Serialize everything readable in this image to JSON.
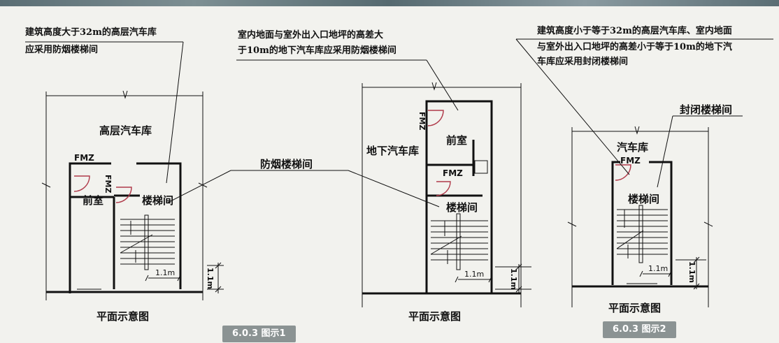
{
  "notes": {
    "fig1_left": [
      "建筑高度大于32m的高层汽车库",
      "应采用防烟楼梯间"
    ],
    "fig1_right": [
      "室内地面与室外出入口地坪的高差大",
      "于10m的地下汽车库应采用防烟楼梯间"
    ],
    "fig2": [
      "建筑高度小于等于32m的高层汽车库、室内地面",
      "与室外出入口地坪的高差小于等于10m的地下汽",
      "车库应采用封闭楼梯间"
    ]
  },
  "labels": {
    "high_garage": "高层汽车库",
    "front_room_1": "前室",
    "stair_1": "楼梯间",
    "door_code": "FMZ",
    "smoke_stair": "防烟楼梯间",
    "underground_garage": "地下汽车库",
    "front_room_2": "前室",
    "stair_2": "楼梯间",
    "garage": "汽车库",
    "stair_3": "楼梯间",
    "enclosed_stair": "封闭楼梯间",
    "dim_1": "1.1m",
    "plan_caption": "平面示意图"
  },
  "badges": {
    "fig1": "6.0.3 图示1",
    "fig2": "6.0.3 图示2"
  }
}
